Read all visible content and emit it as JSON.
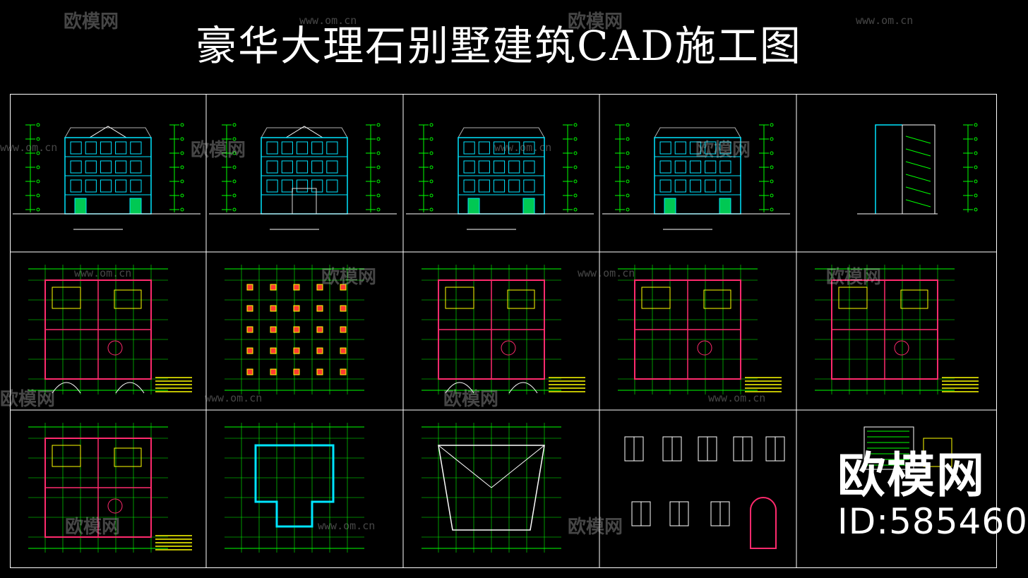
{
  "title": "豪华大理石别墅建筑CAD施工图",
  "watermark": {
    "brand": "欧模网",
    "url": "www.om.cn"
  },
  "brand_mark": {
    "name": "欧模网",
    "id": "ID:585460"
  },
  "grid": {
    "rows": 3,
    "cols": 5
  },
  "colors": {
    "background": "#000000",
    "frame": "#ffffff",
    "facade": "#00e5ff",
    "grid_lines": "#00ff00",
    "walls": "#ff2a6d",
    "columns": "#ffff00",
    "notes": "#ffff00"
  },
  "panels": [
    {
      "kind": "elevation-front"
    },
    {
      "kind": "elevation-rear"
    },
    {
      "kind": "elevation-side-left"
    },
    {
      "kind": "elevation-side-right"
    },
    {
      "kind": "section"
    },
    {
      "kind": "plan-ground"
    },
    {
      "kind": "plan-foundation"
    },
    {
      "kind": "plan-first"
    },
    {
      "kind": "plan-second"
    },
    {
      "kind": "plan-third"
    },
    {
      "kind": "plan-attic"
    },
    {
      "kind": "plan-roof-attic"
    },
    {
      "kind": "plan-roof"
    },
    {
      "kind": "window-details"
    },
    {
      "kind": "stair-details"
    }
  ]
}
